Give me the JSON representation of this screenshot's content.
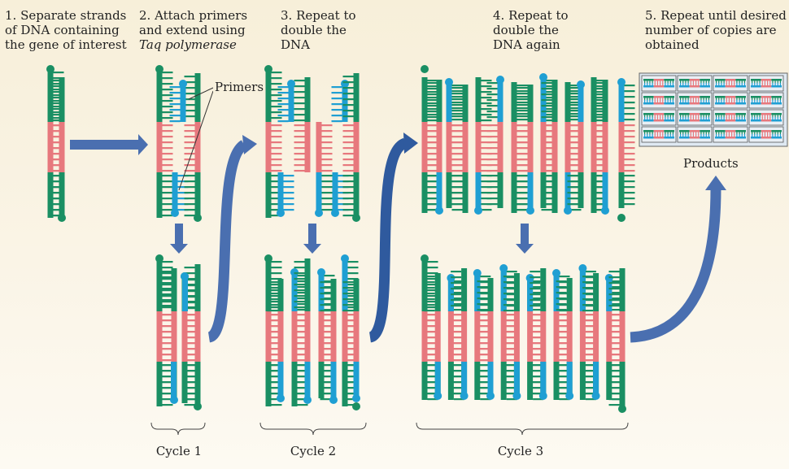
{
  "steps": [
    {
      "lines": [
        "1. Separate strands",
        "of DNA containing",
        "the gene of interest"
      ]
    },
    {
      "lines": [
        "2. Attach primers",
        "and extend using",
        "Taq polymerase"
      ]
    },
    {
      "lines": [
        "3. Repeat to",
        "double the",
        "DNA"
      ]
    },
    {
      "lines": [
        "4. Repeat to",
        "double the",
        "DNA again"
      ]
    },
    {
      "lines": [
        "5. Repeat until desired",
        "number of copies are",
        "obtained"
      ]
    }
  ],
  "primers_label": "Primers",
  "products_label": "Products",
  "cycles": [
    "Cycle 1",
    "Cycle 2",
    "Cycle 3"
  ],
  "colors": {
    "template_strand": "#1a8f63",
    "primer_strand": "#1f9fd3",
    "gene_region": "#e7787d",
    "arrow": "#4a6fb0",
    "arrow_dark": "#2f5a9e",
    "products_bg": "#dfe9f2"
  }
}
